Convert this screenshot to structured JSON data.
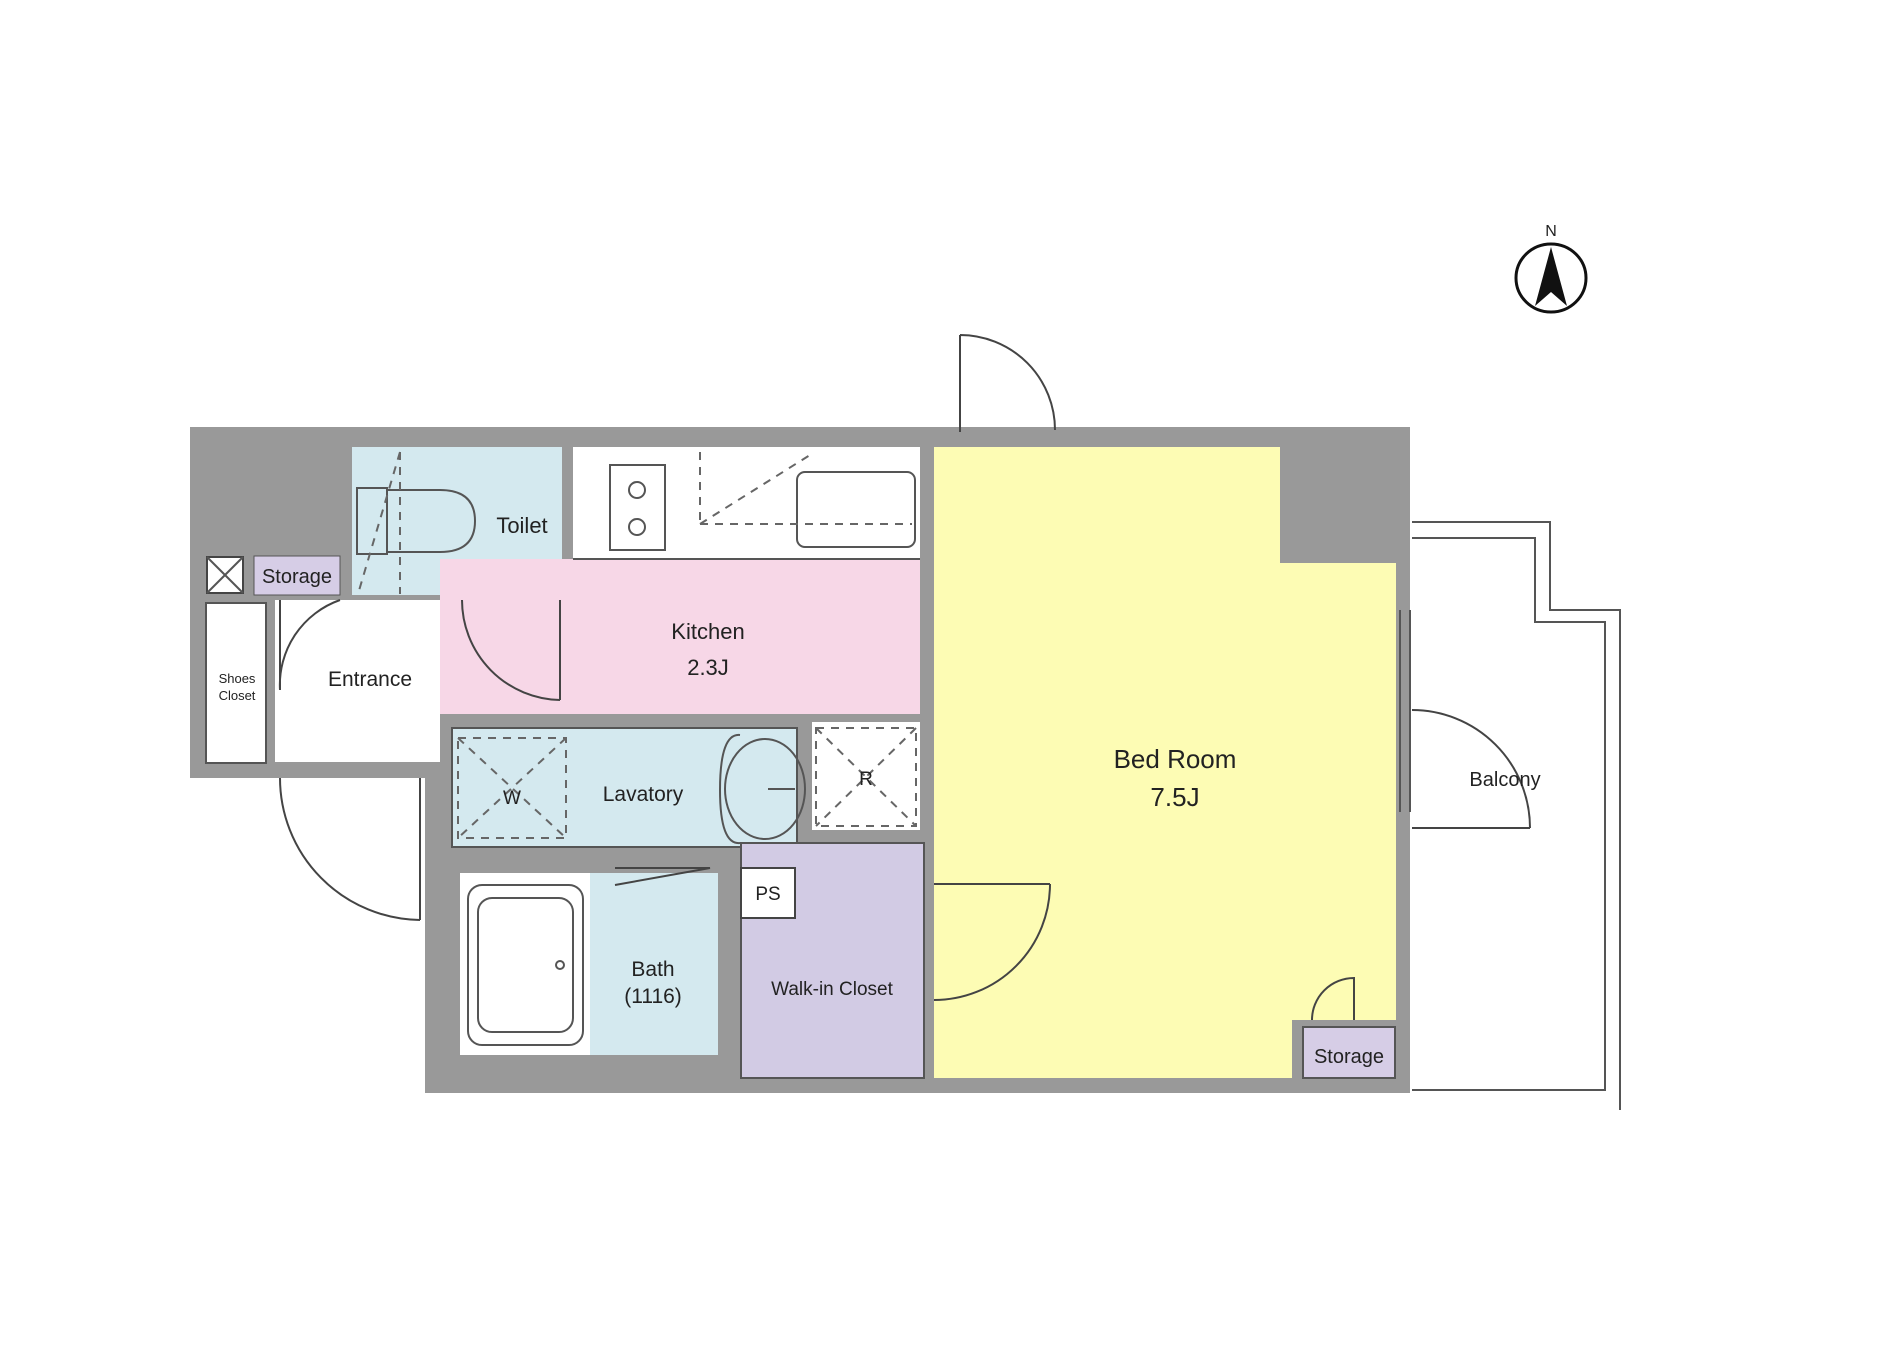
{
  "compass": {
    "label": "N"
  },
  "rooms": {
    "toilet": {
      "name": "Toilet"
    },
    "storage_entrance": {
      "name": "Storage"
    },
    "shoes_closet": {
      "line1": "Shoes",
      "line2": "Closet"
    },
    "entrance": {
      "name": "Entrance"
    },
    "kitchen": {
      "name": "Kitchen",
      "size": "2.3J"
    },
    "lavatory": {
      "name": "Lavatory"
    },
    "washer": {
      "label": "W"
    },
    "refrigerator": {
      "label": "R"
    },
    "bath": {
      "name": "Bath",
      "size": "(1116)"
    },
    "pipe_space": {
      "label": "PS"
    },
    "walk_in_closet": {
      "name": "Walk-in Closet"
    },
    "bedroom": {
      "name": "Bed Room",
      "size": "7.5J"
    },
    "storage_bedroom": {
      "name": "Storage"
    },
    "balcony": {
      "name": "Balcony"
    }
  },
  "colors": {
    "wall": "#999999",
    "wet_area": "#d4e9ef",
    "kitchen": "#f7d7e7",
    "bedroom": "#fdfcb4",
    "storage": "#d6cde6",
    "walk_in_closet": "#d2cbe4"
  }
}
